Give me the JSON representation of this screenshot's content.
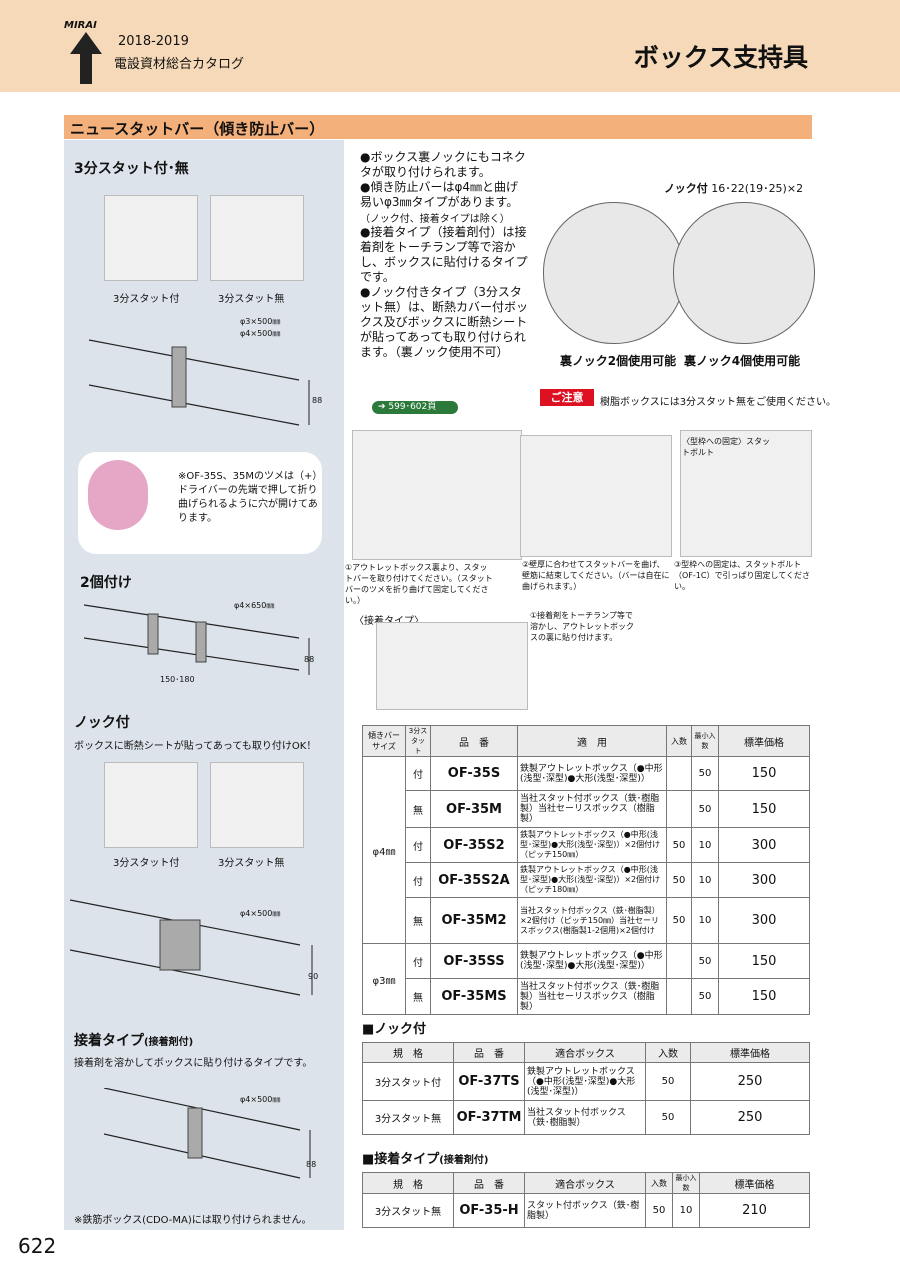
{
  "header": {
    "brand": "MIRAI",
    "year": "2018-2019",
    "catalog": "電設資材総合カタログ",
    "title": "ボックス支持具"
  },
  "section": {
    "title": "ニュースタットバー（傾き防止バー）"
  },
  "left": {
    "s1_title": "3分スタット付･無",
    "s1_cap1": "3分スタット付",
    "s1_cap2": "3分スタット無",
    "s1_dim1": "φ3×500㎜",
    "s1_dim2": "φ4×500㎜",
    "s1_h": "88",
    "note": "※OF-35S、35Mのツメは（+）ドライバーの先端で押して折り曲げられるように穴が開けてあります。",
    "s2_title": "2個付け",
    "s2_dim": "φ4×650㎜",
    "s2_pitch": "150･180",
    "s2_h": "88",
    "s3_title": "ノック付",
    "s3_desc": "ボックスに断熱シートが貼ってあっても取り付けOK！",
    "s3_cap1": "3分スタット付",
    "s3_cap2": "3分スタット無",
    "s3_dim": "φ4×500㎜",
    "s3_h": "90",
    "s4_title": "接着タイプ",
    "s4_title_sub": "(接着剤付)",
    "s4_desc": "接着剤を溶かしてボックスに貼り付けるタイプです。",
    "s4_dim": "φ4×500㎜",
    "s4_h": "88",
    "footnote": "※鉄筋ボックス(CDO-MA)には取り付けられません。"
  },
  "bullets": [
    "●ボックス裏ノックにもコネクタが取り付けられます。",
    "●傾き防止バーはφ4㎜と曲げ易いφ3㎜タイプがあります。",
    "（ノック付、接着タイプは除く）",
    "●接着タイプ（接着剤付）は接着剤をトーチランプ等で溶かし、ボックスに貼付けるタイプです。",
    "●ノック付きタイプ（3分スタット無）は、断熱カバー付ボックス及びボックスに断熱シートが貼ってあっても取り付けられます。（裏ノック使用不可）"
  ],
  "ref_pages": "599･602頁",
  "knock": {
    "label": "ノック付",
    "spec": "16･22(19･25)×2",
    "cap1": "裏ノック2個使用可能",
    "cap2": "裏ノック4個使用可能"
  },
  "caution": {
    "badge": "ご注意",
    "text": "樹脂ボックスには3分スタット無をご使用ください。"
  },
  "steps": {
    "s1": "①アウトレットボックス裏より、スタットバーを取り付けてください。（スタットバーのツメを折り曲げて固定してください。）",
    "s2": "②壁厚に合わせてスタットバーを曲げ、壁筋に結束してください。（バーは自在に曲げられます。）",
    "s3": "③型枠への固定は、スタットボルト（OF-1C）で引っぱり固定してください。",
    "s3_label": "〈型枠への固定〉スタットボルト",
    "adhesive_label": "〈接着タイプ〉",
    "adhesive": "①接着剤をトーチランプ等で溶かし、アウトレットボックスの裏に貼り付けます。"
  },
  "table1": {
    "headers": [
      "傾きバーサイズ",
      "3分スタット",
      "品　番",
      "適　用",
      "入数",
      "最小入数",
      "標準価格"
    ],
    "size_4": "φ4㎜",
    "size_3": "φ3㎜",
    "rows": [
      {
        "stud": "付",
        "pn": "OF-35S",
        "usage": "鉄製アウトレットボックス（●中形(浅型･深型)●大形(浅型･深型)）",
        "qty": "",
        "min": "50",
        "price": "150"
      },
      {
        "stud": "無",
        "pn": "OF-35M",
        "usage": "当社スタット付ボックス（鉄･樹脂製）当社セーリスボックス（樹脂製）",
        "qty": "",
        "min": "50",
        "price": "150"
      },
      {
        "stud": "付",
        "pn": "OF-35S2",
        "usage": "鉄製アウトレットボックス（●中形(浅型･深型)●大形(浅型･深型)）×2個付け（ピッチ150㎜）",
        "qty": "50",
        "min": "10",
        "price": "300"
      },
      {
        "stud": "付",
        "pn": "OF-35S2A",
        "usage": "鉄製アウトレットボックス（●中形(浅型･深型)●大形(浅型･深型)）×2個付け（ピッチ180㎜）",
        "qty": "50",
        "min": "10",
        "price": "300"
      },
      {
        "stud": "無",
        "pn": "OF-35M2",
        "usage": "当社スタット付ボックス（鉄･樹脂製）×2個付け（ピッチ150㎜）当社セーリスボックス(樹脂製1-2個用)×2個付け",
        "qty": "50",
        "min": "10",
        "price": "300"
      },
      {
        "stud": "付",
        "pn": "OF-35SS",
        "usage": "鉄製アウトレットボックス（●中形(浅型･深型)●大形(浅型･深型)）",
        "qty": "",
        "min": "50",
        "price": "150"
      },
      {
        "stud": "無",
        "pn": "OF-35MS",
        "usage": "当社スタット付ボックス（鉄･樹脂製）当社セーリスボックス（樹脂製）",
        "qty": "",
        "min": "50",
        "price": "150"
      }
    ]
  },
  "table2": {
    "title": "■ノック付",
    "headers": [
      "規　格",
      "品　番",
      "適合ボックス",
      "入数",
      "標準価格"
    ],
    "rows": [
      {
        "spec": "3分スタット付",
        "pn": "OF-37TS",
        "usage": "鉄製アウトレットボックス（●中形(浅型･深型)●大形(浅型･深型)）",
        "qty": "50",
        "price": "250"
      },
      {
        "spec": "3分スタット無",
        "pn": "OF-37TM",
        "usage": "当社スタット付ボックス（鉄･樹脂製）",
        "qty": "50",
        "price": "250"
      }
    ]
  },
  "table3": {
    "title": "■接着タイプ",
    "title_sub": "(接着剤付)",
    "headers": [
      "規　格",
      "品　番",
      "適合ボックス",
      "入数",
      "最小入数",
      "標準価格"
    ],
    "rows": [
      {
        "spec": "3分スタット無",
        "pn": "OF-35-H",
        "usage": "スタット付ボックス（鉄･樹脂製）",
        "qty": "50",
        "min": "10",
        "price": "210"
      }
    ]
  },
  "page_number": "622"
}
